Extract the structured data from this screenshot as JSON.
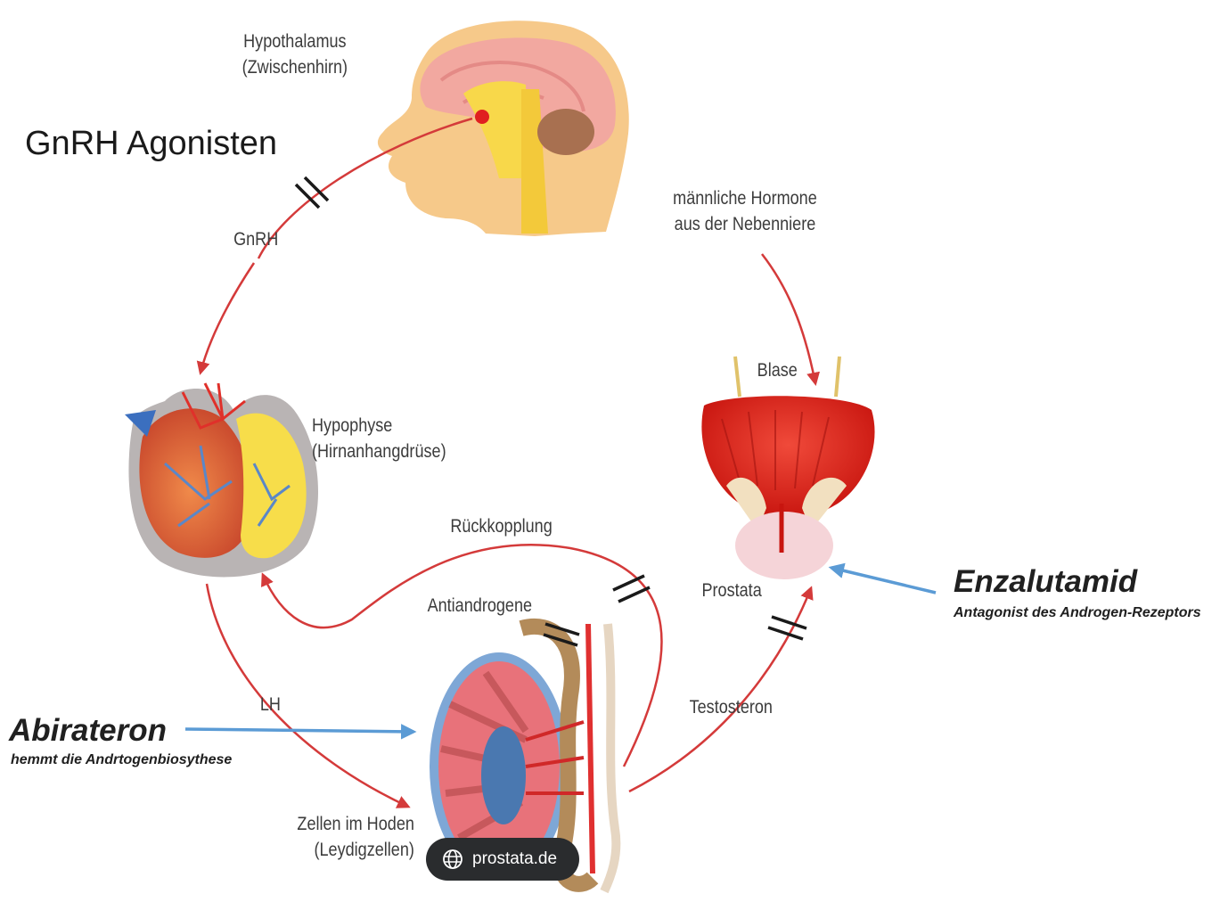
{
  "labels": {
    "hypothalamus": "Hypothalamus",
    "hypothalamus_sub": "(Zwischenhirn)",
    "gnrh": "GnRH",
    "hypophyse": "Hypophyse",
    "hypophyse_sub": "(Hirnanhangdrüse)",
    "nebenniere_1": "männliche Hormone",
    "nebenniere_2": "aus der Nebenniere",
    "blase": "Blase",
    "prostata": "Prostata",
    "rueckkopplung": "Rückkopplung",
    "antiandrogene": "Antiandrogene",
    "lh": "LH",
    "testosteron": "Testosteron",
    "hoden_1": "Zellen im Hoden",
    "hoden_2": "(Leydigzellen)"
  },
  "annotations": {
    "gnrh_agonisten": "GnRH Agonisten",
    "abirateron": "Abirateron",
    "abirateron_desc": "hemmt die Andrtogenbiosythese",
    "enzalutamid": "Enzalutamid",
    "enzalutamid_desc": "Antagonist des Androgen-Rezeptors"
  },
  "source": {
    "label": "prostata.de",
    "icon": "globe-icon"
  },
  "colors": {
    "arrow_red": "#d43a3a",
    "arrow_blue": "#5b9bd5",
    "text_gray": "#3c3c3c"
  }
}
